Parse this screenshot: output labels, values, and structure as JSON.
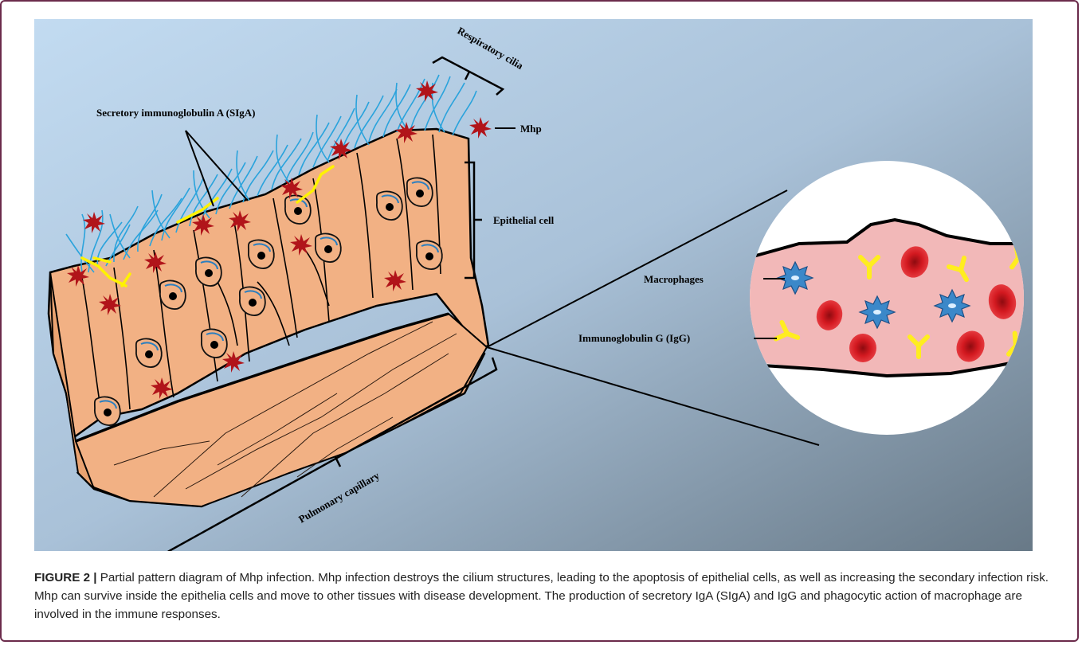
{
  "labels": {
    "respiratory_cilia": "Respiratory cilia",
    "siga": "Secretory immunoglobulin A (SIgA)",
    "mhp": "Mhp",
    "epithelial_cell": "Epithelial cell",
    "macrophages": "Macrophages",
    "igg": "Immunoglobulin G (IgG)",
    "pulmonary_capillary": "Pulmonary capillary"
  },
  "caption": {
    "figure_number": "FIGURE 2 |",
    "text": " Partial pattern diagram of Mhp infection. Mhp infection destroys the cilium structures, leading to the apoptosis of epithelial cells, as well as increasing the secondary infection risk. Mhp can survive inside the epithelia cells and move to other tissues with disease development. The production of secretory IgA (SIgA) and IgG and phagocytic action of macrophage are involved in the immune responses."
  },
  "colors": {
    "background_light": "#bcd6ee",
    "background_dark": "#697987",
    "tissue": "#f2b184",
    "cilia": "#2aa3dc",
    "siga": "#fff200",
    "mhp": "#b1141a",
    "capillary_fill": "#f2b8b8",
    "macrophage": "#3b88c9",
    "red_blood_cell": "#d31920",
    "igg": "#ffed1f",
    "frame": "#6b2b4b"
  }
}
